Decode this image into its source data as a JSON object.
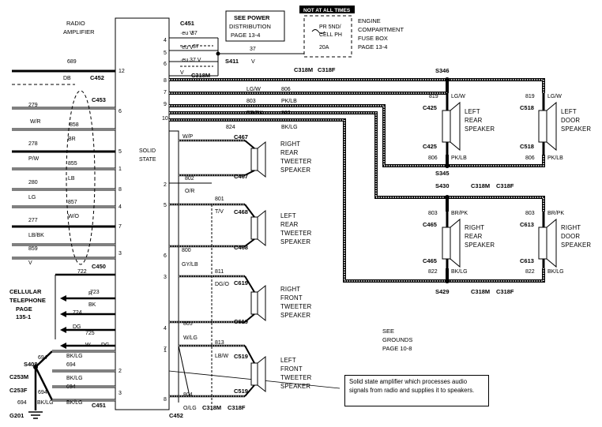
{
  "diagram": {
    "radio_amp_title": [
      "RADIO",
      "AMPLIFIER"
    ],
    "solid_state": [
      "SOLID",
      "STATE"
    ],
    "see_power": [
      "SEE POWER",
      "DISTRIBUTION",
      "PAGE 13-4"
    ],
    "not_at_all_times": "NOT AT ALL TIMES",
    "fuse_label": [
      "PR 5ND/",
      "CELL PH"
    ],
    "fuse_amp": "20A",
    "engine_fusebox": [
      "ENGINE",
      "COMPARTMENT",
      "FUSE BOX",
      "PAGE 13-4"
    ],
    "cellular": [
      "CELLULAR",
      "TELEPHONE",
      "PAGE",
      "135-1"
    ],
    "see_grounds": [
      "SEE",
      "GROUNDS",
      "PAGE 10-8"
    ],
    "note": "Solid state amplifier which processes audio signals from radio and supplies it to speakers.",
    "speakers": {
      "left_rear": [
        "LEFT",
        "REAR",
        "SPEAKER"
      ],
      "left_door": [
        "LEFT",
        "DOOR",
        "SPEAKER"
      ],
      "right_rear": [
        "RIGHT",
        "REAR",
        "SPEAKER"
      ],
      "right_door": [
        "RIGHT",
        "DOOR",
        "SPEAKER"
      ],
      "rr_tweeter": [
        "RIGHT",
        "REAR",
        "TWEETER",
        "SPEAKER"
      ],
      "lr_tweeter": [
        "LEFT",
        "REAR",
        "TWEETER",
        "SPEAKER"
      ],
      "rf_tweeter": [
        "RIGHT",
        "FRONT",
        "TWEETER",
        "SPEAKER"
      ],
      "lf_tweeter": [
        "LEFT",
        "FRONT",
        "TWEETER",
        "SPEAKER"
      ]
    },
    "connectors": {
      "c451_top": "C451",
      "c452_l": "C452",
      "c453": "C453",
      "c450": "C450",
      "c451_bot": "C451",
      "c452_bot": "C452",
      "c318m_top": "C318M",
      "c318f_top": "C318F",
      "c318m_mid": "C318M",
      "c318f_mid": "C318F",
      "c318m_bot": "C318M",
      "c318f_bot": "C318F",
      "c318m_b2": "C318M",
      "c318f_b2": "C318F",
      "c425a": "C425",
      "c425b": "C425",
      "c518a": "C518",
      "c518b": "C518",
      "c465a": "C465",
      "c465b": "C465",
      "c613a": "C613",
      "c613b": "C613",
      "c467a": "C467",
      "c467b": "C467",
      "c468a": "C468",
      "c468b": "C468",
      "c619a": "C619",
      "c619b": "C619",
      "c519a": "C519",
      "c519b": "C519",
      "c253m": "C253M",
      "c253f": "C253F"
    },
    "splices": {
      "s346": "S346",
      "s345": "S345",
      "s430": "S430",
      "s429": "S429",
      "s411": "S411",
      "s408": "S408",
      "g201": "G201"
    },
    "pins_left": [
      "12",
      "6",
      "5",
      "1",
      "8",
      "4",
      "7",
      "3"
    ],
    "pins_right": [
      "4",
      "5",
      "6",
      "8",
      "7",
      "9",
      "10",
      "2",
      "5",
      "6",
      "3",
      "4",
      "7",
      "1",
      "2",
      "3",
      "8"
    ],
    "wires": {
      "w37a": "37",
      "w37b": "37",
      "w37c": "37",
      "w37d": "37",
      "eu_v": "·eu V",
      "eu_v2": "·eu V",
      "eu_37v": "·eu 37 V",
      "v1": "V",
      "v2": "V",
      "w689": "689",
      "db": "DB",
      "w279": "279",
      "wr": "W/R",
      "w858": "858",
      "w278": "278",
      "br": "BR",
      "pw": "P/W",
      "w855": "855",
      "w280": "280",
      "lb": "LB",
      "lg": "LG",
      "w857": "857",
      "w277": "277",
      "wo": "W/O",
      "lbbk": "LB/BK",
      "w859": "859",
      "v3": "V",
      "w722": "722",
      "r": "R",
      "w723": "723",
      "bk": "BK",
      "w724": "724",
      "dg": "DG",
      "w725": "725",
      "w": "W",
      "dg2": "DG",
      "w694a": "694",
      "bklga": "BK/LG",
      "w694b": "694",
      "bklgb": "BK/LG",
      "bklgc": "BK/LG",
      "w694c": "694",
      "w694d": "694",
      "bklgd": "BK/LG",
      "bklge": "BK/LG",
      "w819a": "819",
      "lgwa": "LG/W",
      "w806": "806",
      "w803a": "803",
      "pklba": "PK/LB",
      "brpka": "BR/PK",
      "w822a": "822",
      "w824": "824",
      "bklga2": "BK/LG",
      "w819b": "819",
      "lgwb": "LG/W",
      "w819c": "819",
      "lgwc": "LG/W",
      "w806b": "806",
      "pklbb": "PK/LB",
      "w806c": "806",
      "pklbc": "PK/LB",
      "w803b": "803",
      "brpkb": "BR/PK",
      "w803c": "803",
      "brpkc": "BR/PK",
      "w822b": "822",
      "bklgb2": "BK/LG",
      "w822c": "822",
      "bklgc2": "BK/LG",
      "wp": "W/P",
      "w802": "802",
      "or": "O/R",
      "w801": "801",
      "tv": "T/V",
      "w800": "800",
      "gylb": "GY/LB",
      "w811": "811",
      "dgo": "DG/O",
      "w805": "805",
      "wlg": "W/LG",
      "w813": "813",
      "lbw": "LB/W",
      "w804": "804",
      "olg": "O/LG"
    }
  }
}
